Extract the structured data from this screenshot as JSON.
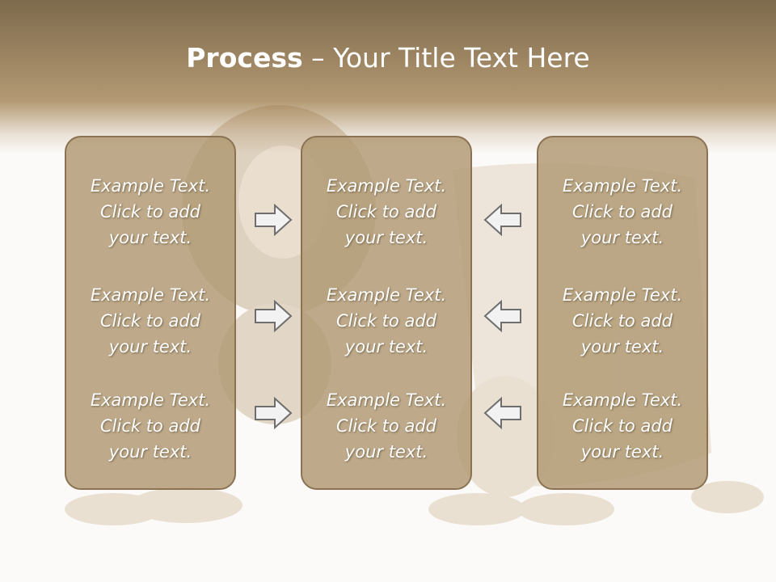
{
  "slide": {
    "title_bold": "Process",
    "title_rest": " – Your Title Text Here"
  },
  "columns": [
    {
      "items": [
        {
          "line1": "Example Text.",
          "line2": "Click  to add",
          "line3": "your text."
        },
        {
          "line1": "Example Text.",
          "line2": "Click  to add",
          "line3": "your text."
        },
        {
          "line1": "Example Text.",
          "line2": "Click  to add",
          "line3": "your text."
        }
      ]
    },
    {
      "items": [
        {
          "line1": "Example Text.",
          "line2": "Click  to add",
          "line3": "your text."
        },
        {
          "line1": "Example Text.",
          "line2": "Click  to add",
          "line3": "your text."
        },
        {
          "line1": "Example Text.",
          "line2": "Click  to add",
          "line3": "your text."
        }
      ]
    },
    {
      "items": [
        {
          "line1": "Example Text.",
          "line2": "Click  to add",
          "line3": "your text."
        },
        {
          "line1": "Example Text.",
          "line2": "Click  to add",
          "line3": "your text."
        },
        {
          "line1": "Example Text.",
          "line2": "Click  to add",
          "line3": "your text."
        }
      ]
    }
  ],
  "colors": {
    "header": "#9c8462",
    "box_fill": "#b09872",
    "box_border": "#8a7252",
    "arrow_fill": "#f2f2f2",
    "arrow_stroke": "#6e6e6e"
  },
  "icons": {
    "right_arrows": "arrow-right-icon",
    "left_arrows": "arrow-left-icon"
  }
}
